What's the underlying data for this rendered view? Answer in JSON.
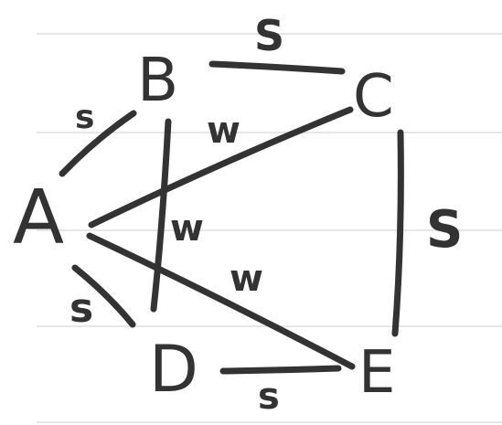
{
  "graph": {
    "nodes": [
      {
        "id": "A",
        "label": "A"
      },
      {
        "id": "B",
        "label": "B"
      },
      {
        "id": "C",
        "label": "C"
      },
      {
        "id": "D",
        "label": "D"
      },
      {
        "id": "E",
        "label": "E"
      }
    ],
    "edges": [
      {
        "from": "A",
        "to": "B",
        "label": "s"
      },
      {
        "from": "B",
        "to": "C",
        "label": "S"
      },
      {
        "from": "C",
        "to": "E",
        "label": "S"
      },
      {
        "from": "D",
        "to": "E",
        "label": "s"
      },
      {
        "from": "A",
        "to": "D",
        "label": "s"
      },
      {
        "from": "A",
        "to": "C",
        "label": "w"
      },
      {
        "from": "B",
        "to": "D",
        "label": "w"
      },
      {
        "from": "A",
        "to": "E",
        "label": "w"
      }
    ]
  }
}
